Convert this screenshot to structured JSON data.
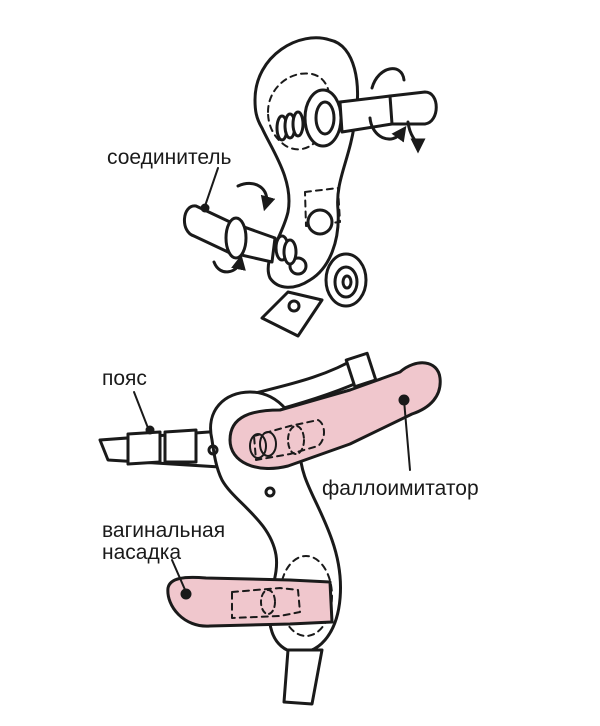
{
  "colors": {
    "outline": "#1a1a1a",
    "pink_fill": "#f0c7cd",
    "background": "#ffffff"
  },
  "labels": {
    "connector": "соединитель",
    "belt": "пояс",
    "dildo": "фаллоимитатор",
    "vaginal_line1": "вагинальная",
    "vaginal_line2": "насадка"
  }
}
